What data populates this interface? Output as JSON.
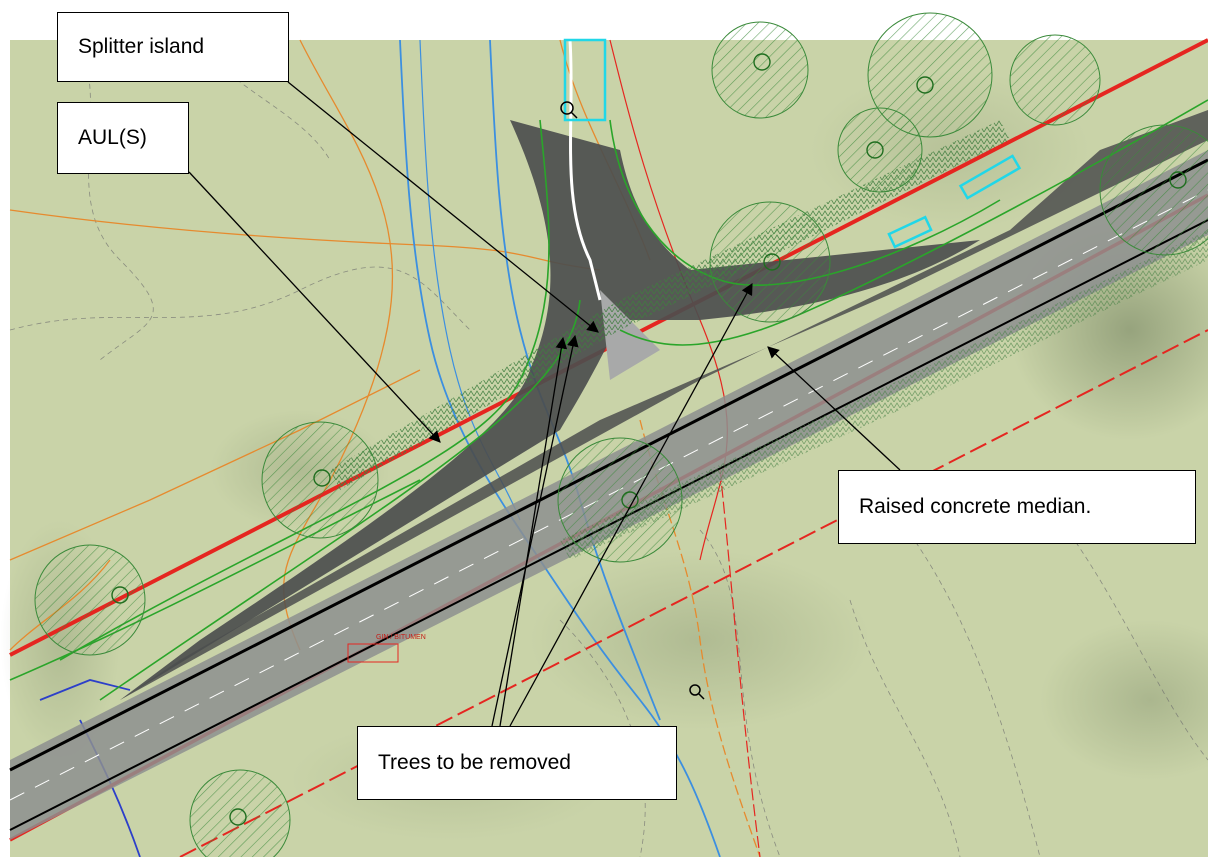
{
  "annotations": {
    "splitter_island": "Splitter island",
    "aul": "AUL(S)",
    "raised_median": "Raised concrete median.",
    "trees_removed": "Trees to be removed"
  },
  "plan_labels": {
    "bitumen_note": "GIN / BITUMEN"
  },
  "colors": {
    "grass": "#c9d3a8",
    "road_surface": "#8d8f8f",
    "shoulder_hatch": "#4c4e4e",
    "road_reserve_boundary": "#e52620",
    "kerb_line": "#2aa52a",
    "drainage": "#3c8fe0",
    "contour": "#e68a2e",
    "tree_canopy_hatch": "#3a8a3a",
    "service_marker": "#21d7e8"
  },
  "icons": [
    "tree-canopy-icon",
    "search-magnifier-icon",
    "arrow-icon"
  ]
}
